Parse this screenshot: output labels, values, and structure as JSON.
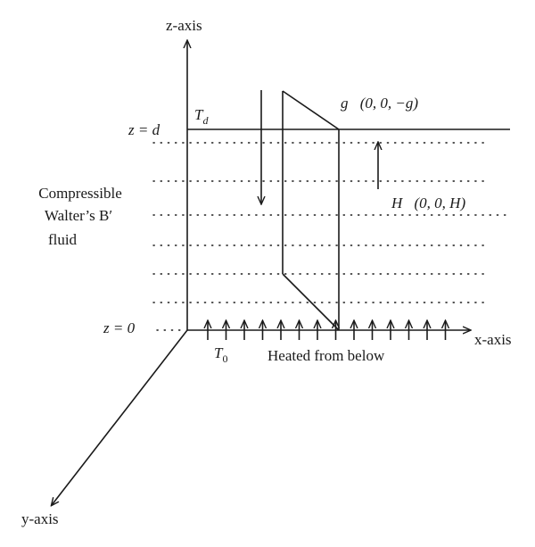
{
  "axes": {
    "z": {
      "label": "z-axis"
    },
    "x": {
      "label": "x-axis"
    },
    "y": {
      "label": "y-axis"
    }
  },
  "levels": {
    "top": "z = d",
    "bottom": "z = 0"
  },
  "temperatures": {
    "top": "T",
    "top_sub": "d",
    "bottom": "T",
    "bottom_sub": "0"
  },
  "vectors": {
    "gravity": "g⃗(0, 0, −g)",
    "field": "H⃗(0, 0, H)"
  },
  "fluid_label": [
    "Compressible",
    "Walter’s B′",
    "fluid"
  ],
  "heating_label": "Heated from below",
  "heating_arrow_count": 14
}
